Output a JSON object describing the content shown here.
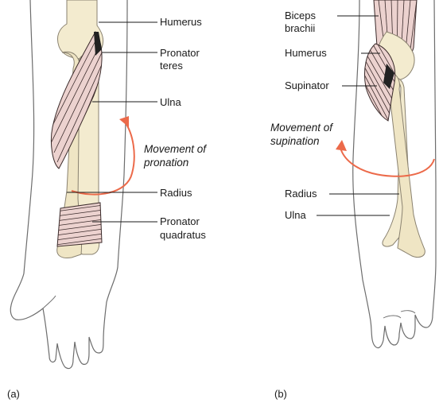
{
  "panel_a": {
    "letter": "(a)",
    "labels": {
      "humerus": "Humerus",
      "pronator_teres": [
        "Pronator",
        "teres"
      ],
      "ulna": "Ulna",
      "movement": [
        "Movement of",
        "pronation"
      ],
      "radius": "Radius",
      "pronator_quadratus": [
        "Pronator",
        "quadratus"
      ]
    }
  },
  "panel_b": {
    "letter": "(b)",
    "labels": {
      "biceps_brachii": [
        "Biceps",
        "brachii"
      ],
      "humerus": "Humerus",
      "supinator": "Supinator",
      "movement": [
        "Movement of",
        "supination"
      ],
      "radius": "Radius",
      "ulna": "Ulna"
    }
  },
  "colors": {
    "bone": "#f3ebcf",
    "muscle": "#ecd2cf",
    "muscle_striation": "#3a2a2a",
    "arrow": "#ec6a4a",
    "outline": "#6d6d6d",
    "leader_line": "#1a1a1a"
  }
}
